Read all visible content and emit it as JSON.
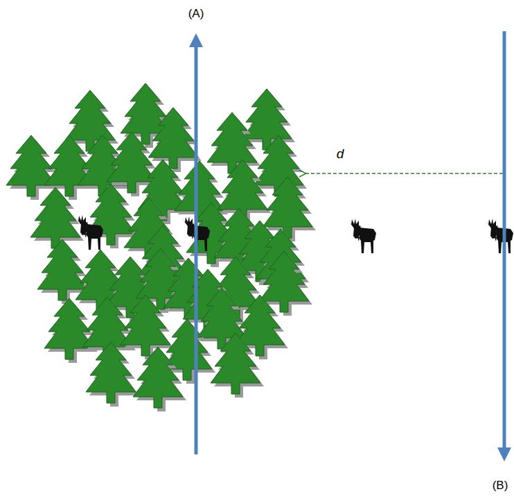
{
  "diagram": {
    "labels": [
      "(A)",
      "(B)",
      "d"
    ]
  }
}
